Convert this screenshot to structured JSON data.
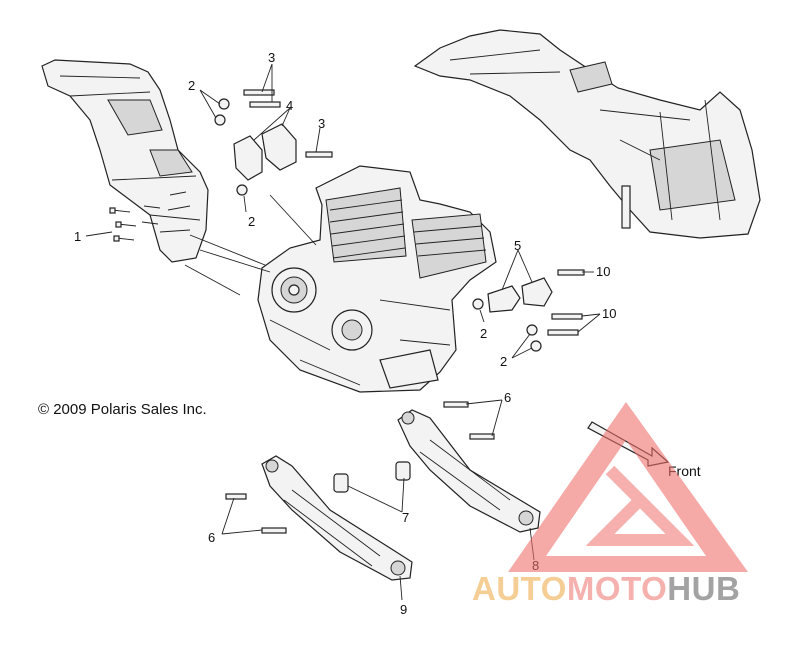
{
  "callouts": {
    "c1": "1",
    "c2a": "2",
    "c2b": "2",
    "c2c": "2",
    "c2d": "2",
    "c3a": "3",
    "c3b": "3",
    "c4": "4",
    "c5": "5",
    "c6a": "6",
    "c6b": "6",
    "c7": "7",
    "c8": "8",
    "c9": "9",
    "c10a": "10",
    "c10b": "10"
  },
  "copyright": "© 2009 Polaris Sales Inc.",
  "direction_label": "Front",
  "watermark": {
    "part1": "AUTO",
    "part2": "MOTO",
    "part3": "HUB",
    "color1": "#f4c98a",
    "color2": "#f4a9a6",
    "color3": "#9a9a9a"
  }
}
